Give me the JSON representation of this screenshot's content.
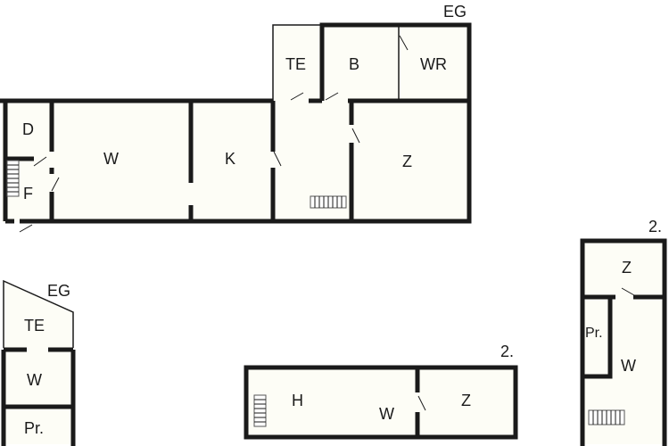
{
  "plans": [
    {
      "level": "EG",
      "rooms": [
        "TE",
        "B",
        "WR",
        "D",
        "W",
        "K",
        "Z",
        "F"
      ]
    },
    {
      "level": "EG",
      "rooms": [
        "TE",
        "W",
        "Pr."
      ]
    },
    {
      "level": "2.",
      "rooms": [
        "H",
        "W",
        "Z"
      ]
    },
    {
      "level": "2.",
      "rooms": [
        "Z",
        "Pr.",
        "W"
      ]
    }
  ]
}
